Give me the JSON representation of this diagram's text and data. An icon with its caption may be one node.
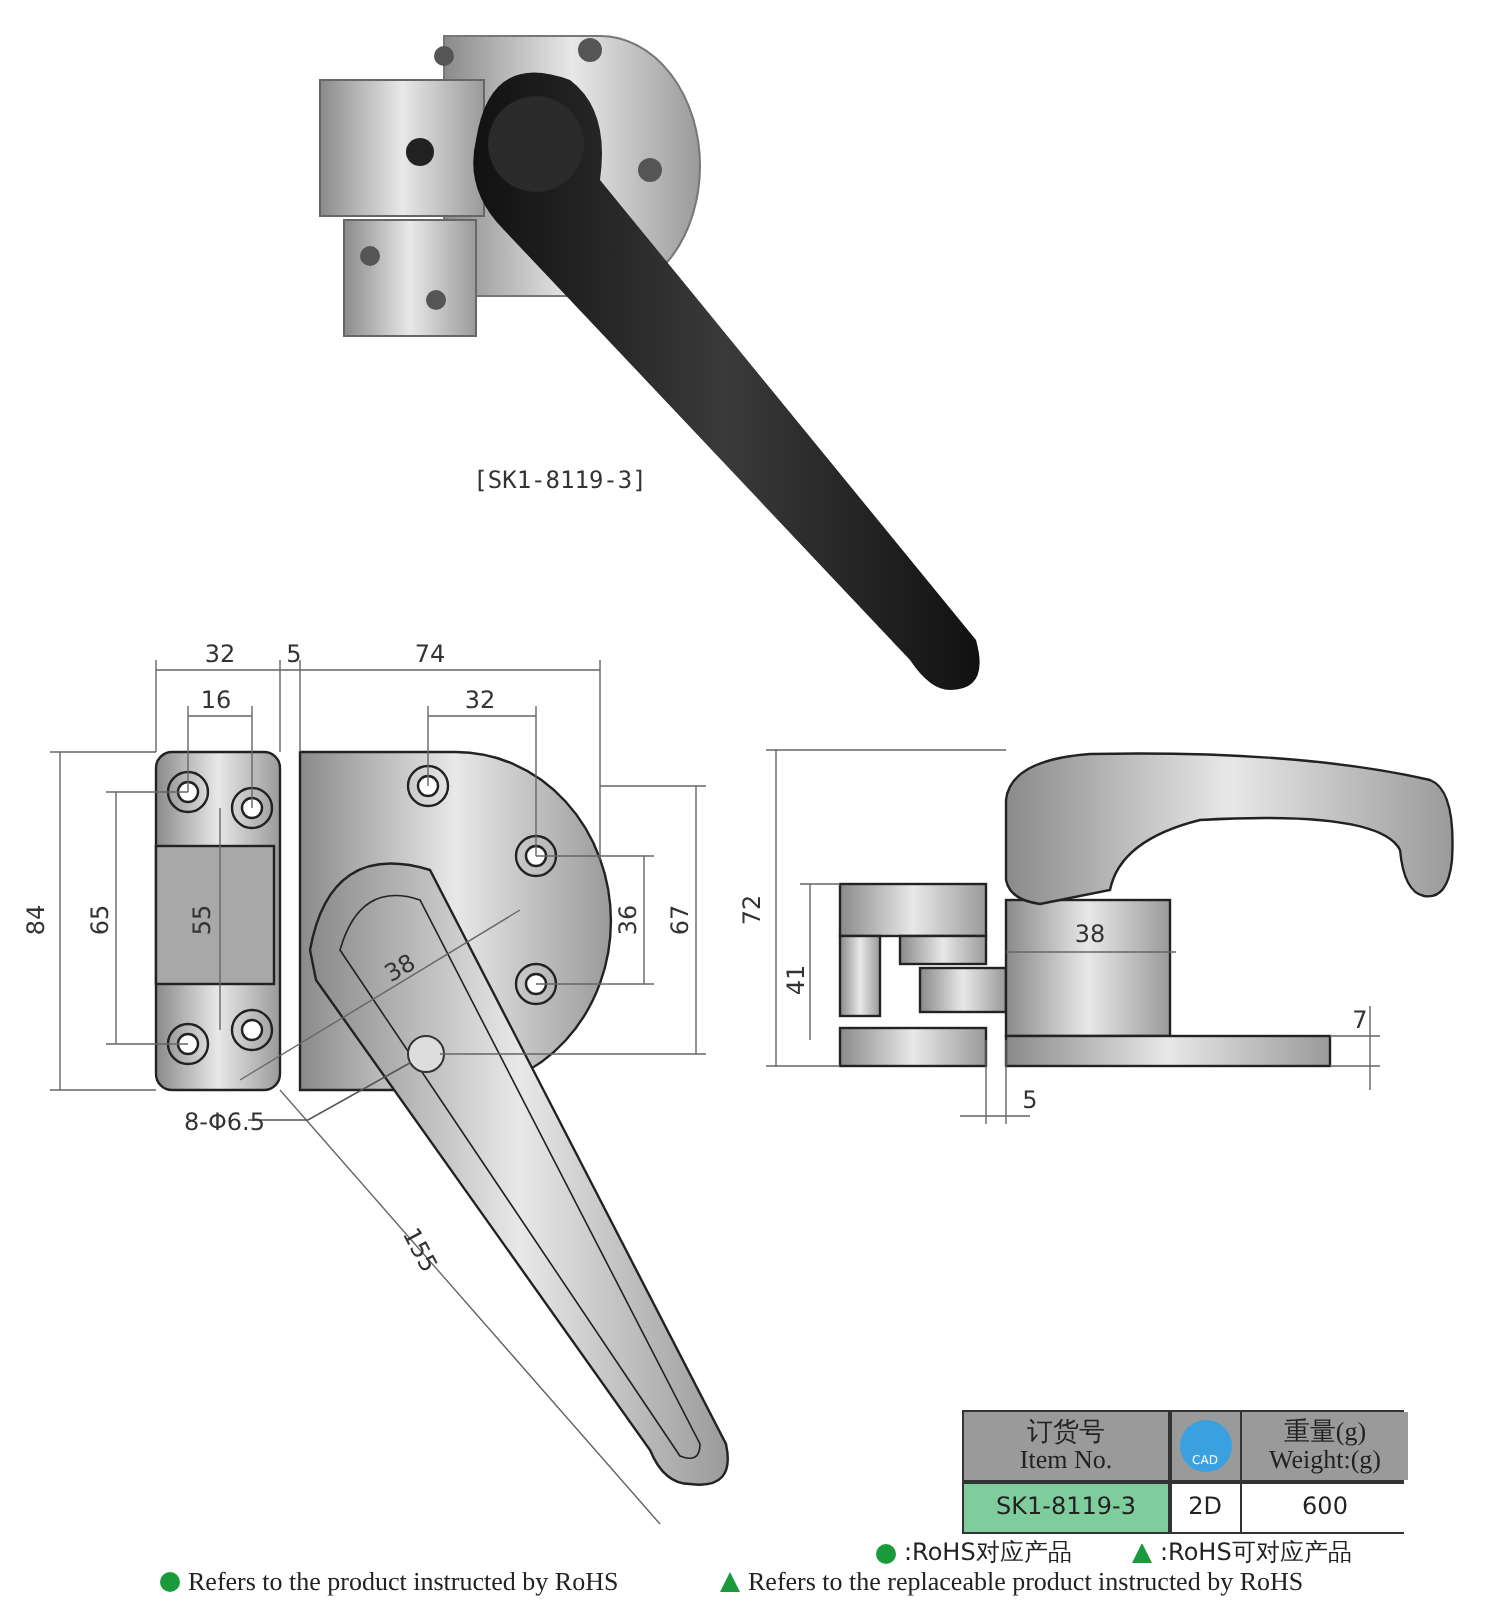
{
  "diagram": {
    "nodes": [
      {
        "text": [
          "8-Φ6.5"
        ]
      },
      {
        "text": [],
        "shape": "circle"
      }
    ],
    "edges": [
      {
        "from": 0,
        "to": 1,
        "arrow": "none"
      }
    ],
    "labels": [
      "[SK1-8119-3]",
      "32",
      "5",
      "74",
      "16",
      "32",
      "84",
      "65",
      "55",
      "38",
      "36",
      "67",
      "155",
      "72",
      "41",
      "38",
      "7",
      "5",
      "订货号",
      "Item No.",
      "CAD",
      "重量(g)",
      "Weight:(g)",
      "SK1-8119-3",
      "2D",
      "600"
    ],
    "legend": [
      {
        "text": ":RoHS对应产品",
        "color": "#1a9a3a"
      },
      {
        "text": ":RoHS可对应产品",
        "color": "#1a9a3a"
      },
      {
        "text": "Refers to the product instructed by RoHS",
        "color": "#1a9a3a"
      },
      {
        "text": "Refers to the replaceable product instructed by RoHS",
        "color": "#1a9a3a"
      }
    ]
  }
}
